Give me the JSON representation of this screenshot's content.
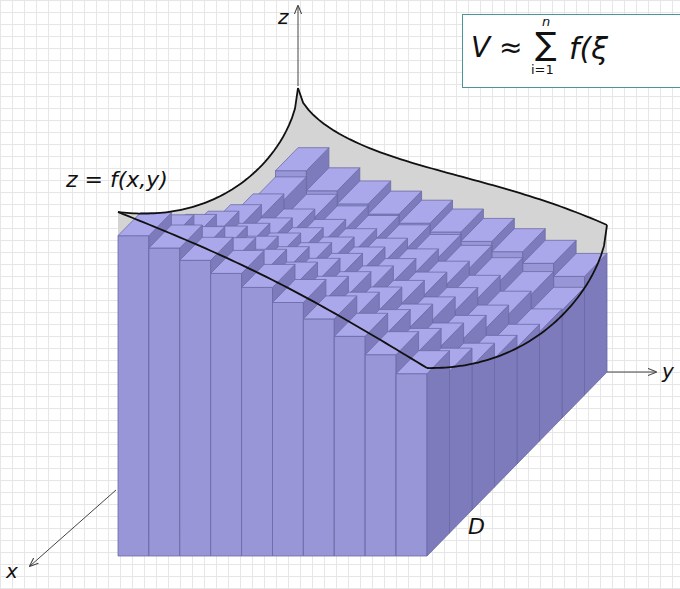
{
  "diagram": {
    "nodes": [
      {
        "text": [
          "V ≈",
          "n",
          "∑",
          "i=1",
          "f(ξ"
        ]
      }
    ],
    "labels": [
      "z",
      "z = f(x,y)",
      "y",
      "D",
      "x"
    ]
  }
}
